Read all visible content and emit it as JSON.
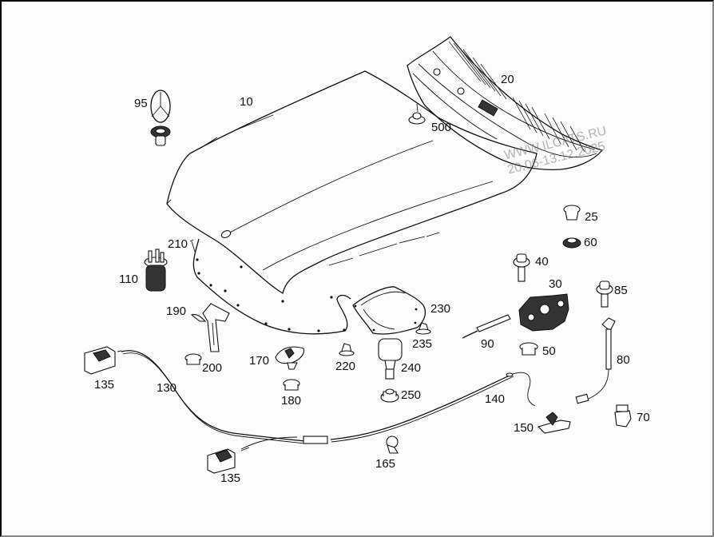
{
  "diagram": {
    "title": "Hood assembly exploded parts diagram",
    "callouts": [
      {
        "id": "c10",
        "label": "10",
        "part": "hood"
      },
      {
        "id": "c20",
        "label": "20",
        "part": "cowl-panel"
      },
      {
        "id": "c25",
        "label": "25",
        "part": "grommet-nut"
      },
      {
        "id": "c30",
        "label": "30",
        "part": "hood-latch"
      },
      {
        "id": "c40",
        "label": "40",
        "part": "bolt"
      },
      {
        "id": "c50",
        "label": "50",
        "part": "nut"
      },
      {
        "id": "c60",
        "label": "60",
        "part": "buffer"
      },
      {
        "id": "c70",
        "label": "70",
        "part": "clip-connector"
      },
      {
        "id": "c80",
        "label": "80",
        "part": "gas-strut"
      },
      {
        "id": "c85",
        "label": "85",
        "part": "bolt"
      },
      {
        "id": "c90",
        "label": "90",
        "part": "spring-rod"
      },
      {
        "id": "c95",
        "label": "95",
        "part": "star-emblem"
      },
      {
        "id": "c110",
        "label": "110",
        "part": "spring-buffer"
      },
      {
        "id": "c130",
        "label": "130",
        "part": "release-cable"
      },
      {
        "id": "c135a",
        "label": "135",
        "part": "release-handle"
      },
      {
        "id": "c135b",
        "label": "135",
        "part": "release-handle"
      },
      {
        "id": "c140",
        "label": "140",
        "part": "release-cable"
      },
      {
        "id": "c150",
        "label": "150",
        "part": "safety-catch"
      },
      {
        "id": "c165",
        "label": "165",
        "part": "cable-clip"
      },
      {
        "id": "c170",
        "label": "170",
        "part": "retainer-plate"
      },
      {
        "id": "c180",
        "label": "180",
        "part": "nut"
      },
      {
        "id": "c190",
        "label": "190",
        "part": "hood-hinge"
      },
      {
        "id": "c200",
        "label": "200",
        "part": "nut"
      },
      {
        "id": "c210",
        "label": "210",
        "part": "insulation-mat"
      },
      {
        "id": "c220",
        "label": "220",
        "part": "clip"
      },
      {
        "id": "c230",
        "label": "230",
        "part": "insulation-pad"
      },
      {
        "id": "c235",
        "label": "235",
        "part": "clip"
      },
      {
        "id": "c240",
        "label": "240",
        "part": "rubber-stop"
      },
      {
        "id": "c250",
        "label": "250",
        "part": "nut"
      },
      {
        "id": "c500",
        "label": "500",
        "part": "plug"
      }
    ],
    "watermark": {
      "line1": "WWW.ILCATS.RU",
      "line2": "20.06-13.12.2025"
    }
  }
}
